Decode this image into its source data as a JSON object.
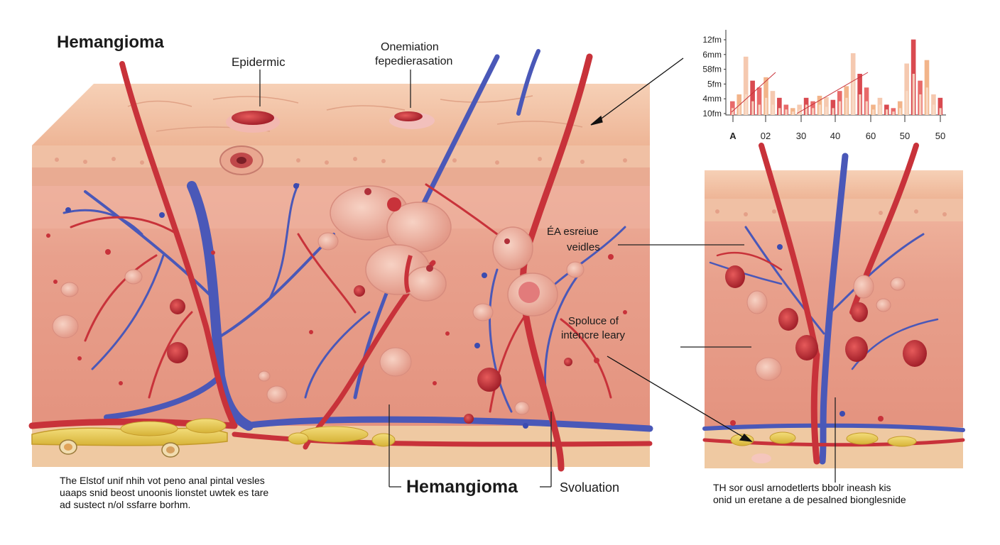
{
  "title": "Hemangioma",
  "labels": {
    "epidermic": "Epidermic",
    "orientation_line1": "Onemiation",
    "orientation_line2": "fepedierasation",
    "vessels_line1": "ÉA esreiue",
    "vessels_line2": "veidles",
    "spoluce_line1": "Spoluce of",
    "spoluce_line2": "intencre leary",
    "center_title": "Hemangioma",
    "evolution": "Svoluation"
  },
  "captions": {
    "left": [
      "The Elstof unif nhih vot peno anal pintal vesles",
      "uaaps snid beost unoonis lionstet uwtek es tare",
      "ad sustect n/ol ssfarre borhm."
    ],
    "right": [
      "TH sor ousl arnodetlerts bbolr ineash kis",
      "onid un eretane a de pesalned bionglesnide"
    ]
  },
  "colors": {
    "artery": "#c8323a",
    "vein": "#4a58b8",
    "skin_top": "#f3c6a6",
    "tissue": "#eaa08c",
    "fat": "#e8c94a"
  },
  "chart_data": {
    "type": "bar",
    "y_tick_labels": [
      "12fm",
      "6mm",
      "58fm",
      "5fm",
      "4mm",
      "10fm"
    ],
    "x_tick_labels": [
      "A",
      "02",
      "30",
      "40",
      "60",
      "50",
      "50"
    ],
    "series": [
      {
        "values": [
          2,
          3,
          8.5,
          5,
          4,
          5.5,
          3.5,
          2.5,
          1.5,
          1,
          1.5,
          2.5,
          2,
          2.8,
          2.6,
          2.2,
          3.5,
          4.2,
          9,
          6,
          4,
          1.5,
          2.5,
          1.5,
          1,
          2,
          7.5,
          11,
          5,
          8,
          3,
          2.5
        ]
      },
      {
        "values": [
          1,
          1.5,
          3,
          2,
          1.5,
          2.5,
          1.5,
          1,
          0.8,
          0.5,
          0.8,
          1.5,
          1,
          1.5,
          1.2,
          1,
          2,
          2.5,
          5,
          3,
          2,
          0.8,
          1.5,
          0.8,
          0.5,
          1,
          3.5,
          6,
          3,
          4,
          1.5,
          1
        ]
      }
    ]
  }
}
